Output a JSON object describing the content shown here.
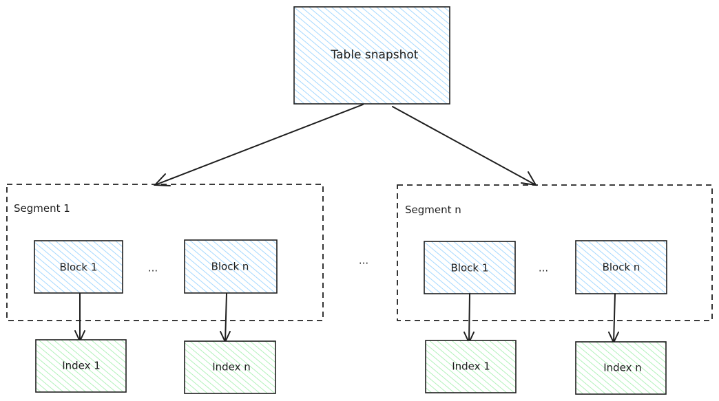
{
  "root": {
    "label": "Table snapshot",
    "color": "#a5d8ff"
  },
  "segments": [
    {
      "label": "Segment 1",
      "blocks": [
        "Block 1",
        "Block n"
      ],
      "indexes": [
        "Index 1",
        "Index n"
      ],
      "ellipsis": "..."
    },
    {
      "label": "Segment n",
      "blocks": [
        "Block 1",
        "Block n"
      ],
      "indexes": [
        "Index 1",
        "Index n"
      ],
      "ellipsis": "..."
    }
  ],
  "between_segments_ellipsis": "...",
  "colors": {
    "block": "#a5d8ff",
    "index": "#b2f2bb",
    "stroke": "#1e1e1e"
  }
}
